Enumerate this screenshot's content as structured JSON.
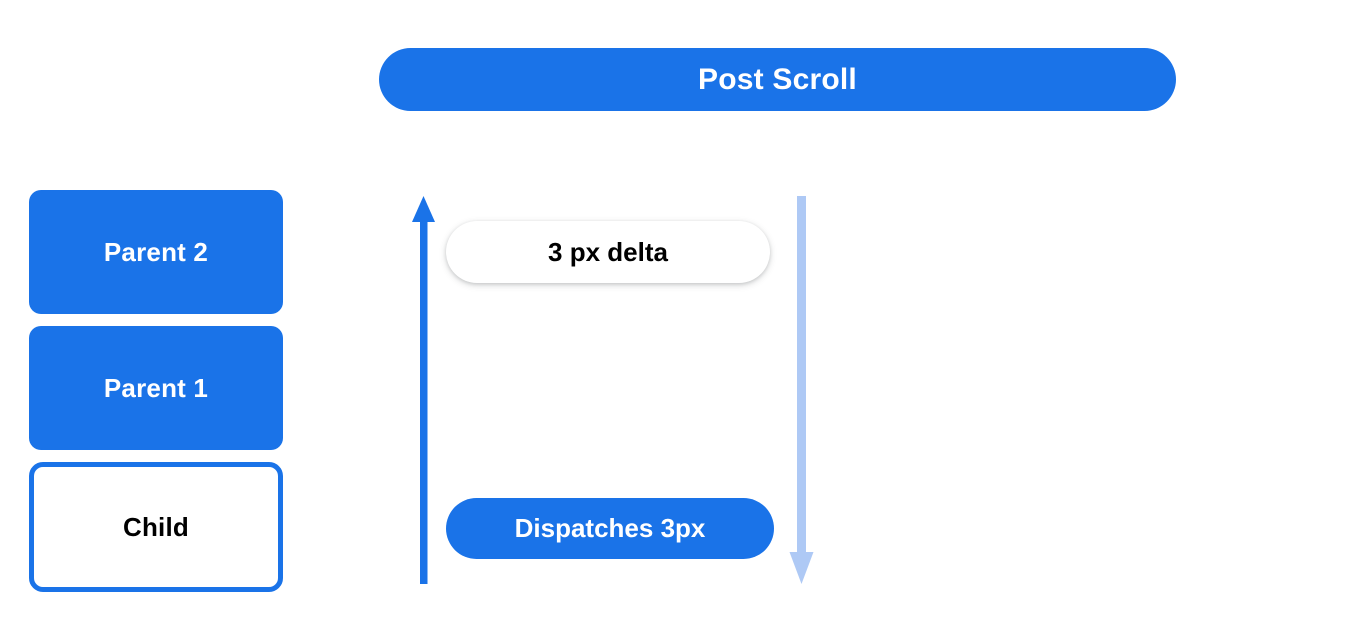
{
  "header": {
    "title": "Post Scroll"
  },
  "colors": {
    "primary_blue": "#1a73e8",
    "light_blue": "#aec9f5",
    "white": "#ffffff",
    "black": "#000000"
  },
  "node_stack": {
    "items": [
      {
        "label": "Parent 2",
        "style": "filled"
      },
      {
        "label": "Parent 1",
        "style": "filled"
      },
      {
        "label": "Child",
        "style": "outlined"
      }
    ]
  },
  "arrows": {
    "up_arrow": {
      "name": "scroll-up-arrow",
      "direction": "up",
      "color": "#1a73e8"
    },
    "down_arrow": {
      "name": "scroll-down-arrow",
      "direction": "down",
      "color": "#aec9f5"
    }
  },
  "annotations": {
    "delta_pill": "3 px delta",
    "dispatch_pill": "Dispatches 3px"
  }
}
